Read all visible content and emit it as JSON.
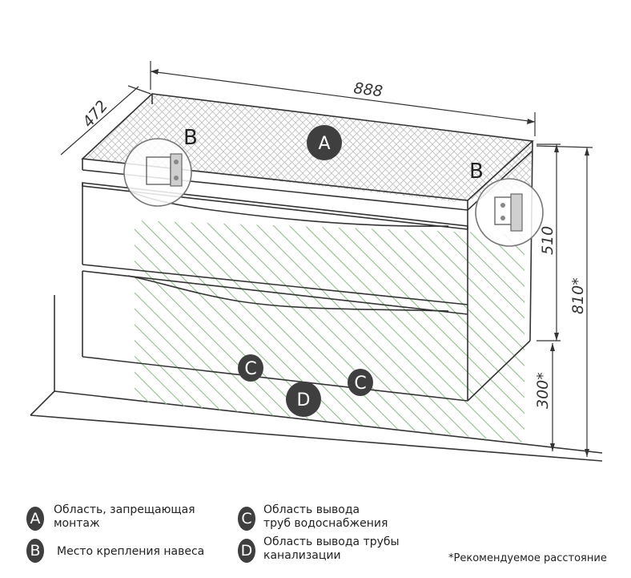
{
  "dimensions": {
    "width": "888",
    "depth": "472",
    "body_height": "510",
    "total_height": "810*",
    "install_height": "300*"
  },
  "diagram_letters": {
    "a": "A",
    "b_left": "B",
    "b_right": "B",
    "c_left": "C",
    "c_right": "C",
    "d": "D"
  },
  "legend": [
    {
      "letter": "A",
      "text": "Область, запрещающая\nмонтаж"
    },
    {
      "letter": "B",
      "text": "Место крепления навеса"
    },
    {
      "letter": "C",
      "text": "Область вывода\nтруб водоснабжения"
    },
    {
      "letter": "D",
      "text": "Область вывода трубы\nканализации"
    }
  ],
  "footnote": "*Рекомендуемое расстояние",
  "colors": {
    "line": "#333333",
    "hatch_green": "#8fbf8a",
    "badge": "#3f3f3f",
    "crosshatch": "#c8c8c8"
  }
}
